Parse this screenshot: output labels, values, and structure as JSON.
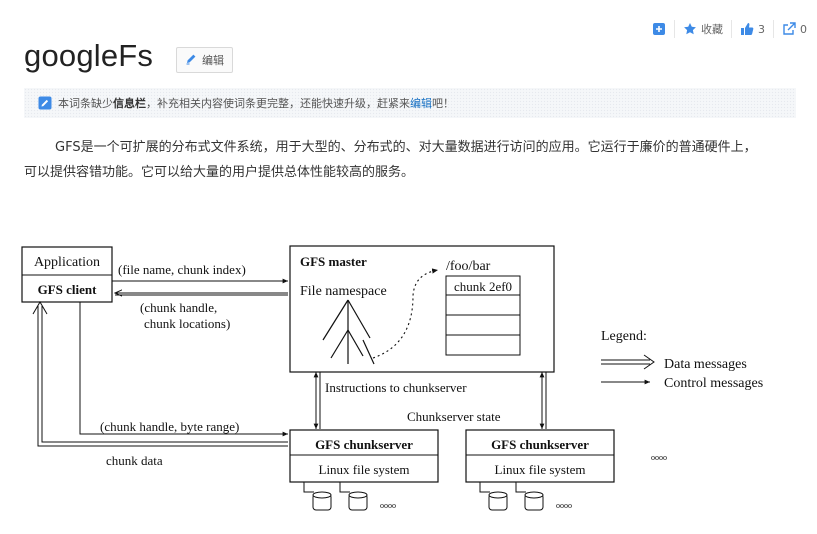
{
  "toolbar": {
    "collect_label": "收藏",
    "like_count": "3",
    "share_count": "0"
  },
  "page": {
    "title": "googleFs",
    "edit_label": "编辑"
  },
  "notice": {
    "prefix": "本词条缺少",
    "emph": "信息栏",
    "middle": "，补充相关内容使词条更完整，还能快速升级，赶紧来",
    "link": "编辑",
    "suffix": "吧！"
  },
  "body": {
    "line1": "GFS是一个可扩展的分布式文件系统，用于大型的、分布式的、对大量数据进行访问的应用。它运行于廉价的普通硬件上，",
    "line2": "可以提供容错功能。它可以给大量的用户提供总体性能较高的服务。"
  },
  "diagram": {
    "application": "Application",
    "gfs_client": "GFS client",
    "file_chunk_index": "(file name, chunk index)",
    "chunk_handle": "(chunk handle,",
    "chunk_locations": "chunk locations)",
    "gfs_master": "GFS master",
    "file_namespace": "File namespace",
    "path": "/foo/bar",
    "chunk_id": "chunk 2ef0",
    "legend_title": "Legend:",
    "legend_data": "Data messages",
    "legend_control": "Control messages",
    "instructions": "Instructions to chunkserver",
    "chunkserver_state": "Chunkserver state",
    "handle_byte_range": "(chunk handle, byte range)",
    "chunk_data": "chunk data",
    "chunkserver": "GFS chunkserver",
    "linux_fs": "Linux file system"
  }
}
